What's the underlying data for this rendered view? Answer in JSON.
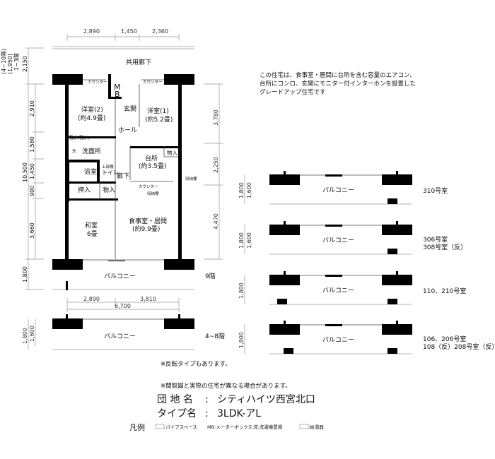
{
  "dimensions": {
    "top": [
      "2,890",
      "1,450",
      "2,360"
    ],
    "left": [
      "2,910",
      "1,580",
      "1,450",
      "900",
      "3,660",
      "1,800"
    ],
    "left_total": "10,500",
    "left_top": [
      "(4~10階)",
      "(1,950)",
      "1~3階",
      "2,150"
    ],
    "right": [
      "3,780",
      "2,250",
      "4,470"
    ],
    "bottom": [
      "2,890",
      "3,810"
    ],
    "bottom_total": "6,700",
    "balcony_48": [
      "1,800",
      "1,600"
    ]
  },
  "rooms": {
    "corridor": "共用廊下",
    "mb": [
      "M",
      "B"
    ],
    "western2": [
      "洋室(2)",
      "(約4.9畳)"
    ],
    "entrance": "玄関",
    "western1": [
      "洋室(1)",
      "(約5.2畳)"
    ],
    "hall": "ホール",
    "storage": "物入",
    "washroom": "洗面所",
    "washer_mark": "洗",
    "kitchen": [
      "台所",
      "(約3.5畳)"
    ],
    "bath": "浴室",
    "upper_shelf": "上部棚",
    "toilet": "トイレ",
    "hallway": "廊下",
    "closet": "押入",
    "counter": "カウンター",
    "shelf": "収納棚",
    "japanese": [
      "和室",
      "6畳"
    ],
    "living": [
      "食事室・居間",
      "(約9.9畳)"
    ],
    "balcony": "バルコニー"
  },
  "floors": {
    "f9": "9階",
    "f48": "4~8階"
  },
  "description": [
    "この住宅は、食事室・居間に台所を含む容量のエアコン、",
    "台所にコンロ、玄関にモニター付インターホンを設置した",
    "グレードアップ住宅です"
  ],
  "variants": [
    {
      "label": [
        "310号室"
      ],
      "dims": [
        "1,800",
        "1,600"
      ]
    },
    {
      "label": [
        "306号室",
        "308号室（反）"
      ],
      "dims": [
        "1,800",
        "1,600"
      ]
    },
    {
      "label": [
        "110、210号室"
      ],
      "dims": [
        "1,800"
      ]
    },
    {
      "label": [
        "106、206号室",
        "108（反）208号室（反）"
      ],
      "dims": [
        "1,800"
      ]
    }
  ],
  "notes": [
    "※反転タイプもあります。",
    "※間取図と実際の住宅が異なる場合があります。"
  ],
  "info": {
    "estate_label": "団 地 名",
    "estate": "シティハイツ西宮北口",
    "type_label": "タイプ名",
    "type": "3LDK-アL",
    "sep": ":"
  },
  "legend": {
    "title": "凡例",
    "items": [
      ":パイプスペース",
      "MB:メーターボックス",
      "洗:洗濯機置場",
      ":給湯器"
    ]
  }
}
